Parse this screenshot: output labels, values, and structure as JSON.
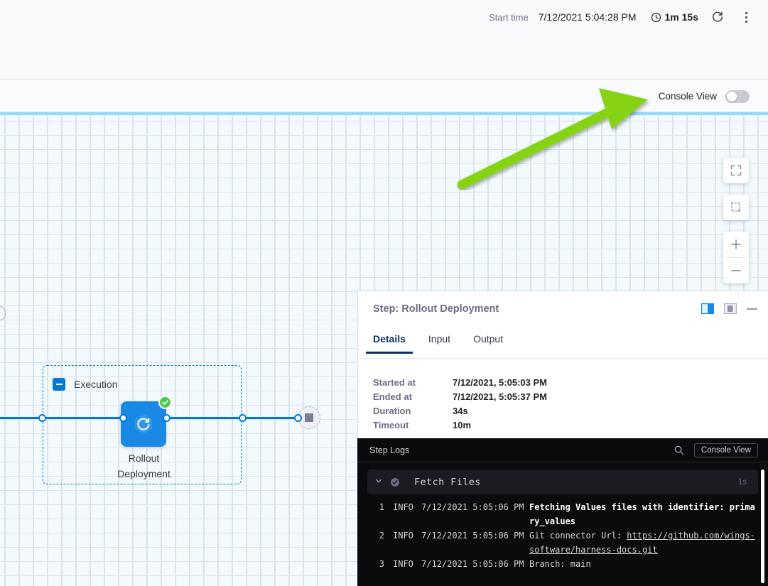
{
  "topbar": {
    "start_time_label": "Start time",
    "start_time_value": "7/12/2021 5:04:28 PM",
    "duration_value": "1m 15s",
    "refresh_icon": "refresh-icon",
    "more_icon": "kebab-menu-icon"
  },
  "console_bar": {
    "label": "Console View",
    "toggle_state": "off"
  },
  "canvas": {
    "controls": [
      {
        "name": "fit-to-screen-button",
        "icon": "expand-corners-icon"
      },
      {
        "name": "select-area-button",
        "icon": "dashed-square-icon"
      },
      {
        "name": "zoom-in-button",
        "icon": "plus-icon"
      },
      {
        "name": "zoom-out-button",
        "icon": "minus-icon"
      }
    ],
    "annotation": {
      "type": "arrow",
      "color": "#86d319",
      "points_to": "Console View toggle"
    }
  },
  "graph": {
    "group_label": "Execution",
    "group_collapse_icon": "collapse-minus-icon",
    "step_label_line1": "Rollout",
    "step_label_line2": "Deployment",
    "step_icon": "rollout-deployment-icon",
    "step_status": "success",
    "end_node_icon": "stop-square-icon",
    "node_color": "#1a89e5",
    "edge_color": "#0278d5",
    "success_color": "#4dc952"
  },
  "details": {
    "title": "Step: Rollout Deployment",
    "view_icons": [
      "split-view-icon",
      "full-view-icon",
      "minimize-icon"
    ],
    "tabs": [
      {
        "label": "Details",
        "active": true
      },
      {
        "label": "Input",
        "active": false
      },
      {
        "label": "Output",
        "active": false
      }
    ],
    "fields": [
      {
        "key": "Started at",
        "value": "7/12/2021, 5:05:03 PM"
      },
      {
        "key": "Ended at",
        "value": "7/12/2021, 5:05:37 PM"
      },
      {
        "key": "Duration",
        "value": "34s"
      },
      {
        "key": "Timeout",
        "value": "10m"
      }
    ]
  },
  "logs": {
    "panel_title": "Step Logs",
    "search_icon": "search-icon",
    "console_view_button": "Console View",
    "section": {
      "caret_icon": "chevron-down-icon",
      "status_icon": "check-circle-icon",
      "name": "Fetch Files",
      "duration": "1s"
    },
    "lines": [
      {
        "no": "1",
        "severity": "INFO",
        "timestamp": "7/12/2021 5:05:06 PM",
        "message": "Fetching Values files with identifier: primary_values",
        "bold": true,
        "link": ""
      },
      {
        "no": "2",
        "severity": "INFO",
        "timestamp": "7/12/2021 5:05:06 PM",
        "message": "Git connector Url: ",
        "bold": false,
        "link": "https://github.com/wings-software/harness-docs.git"
      },
      {
        "no": "3",
        "severity": "INFO",
        "timestamp": "7/12/2021 5:05:06 PM",
        "message": "Branch: main",
        "bold": false,
        "link": ""
      }
    ]
  }
}
